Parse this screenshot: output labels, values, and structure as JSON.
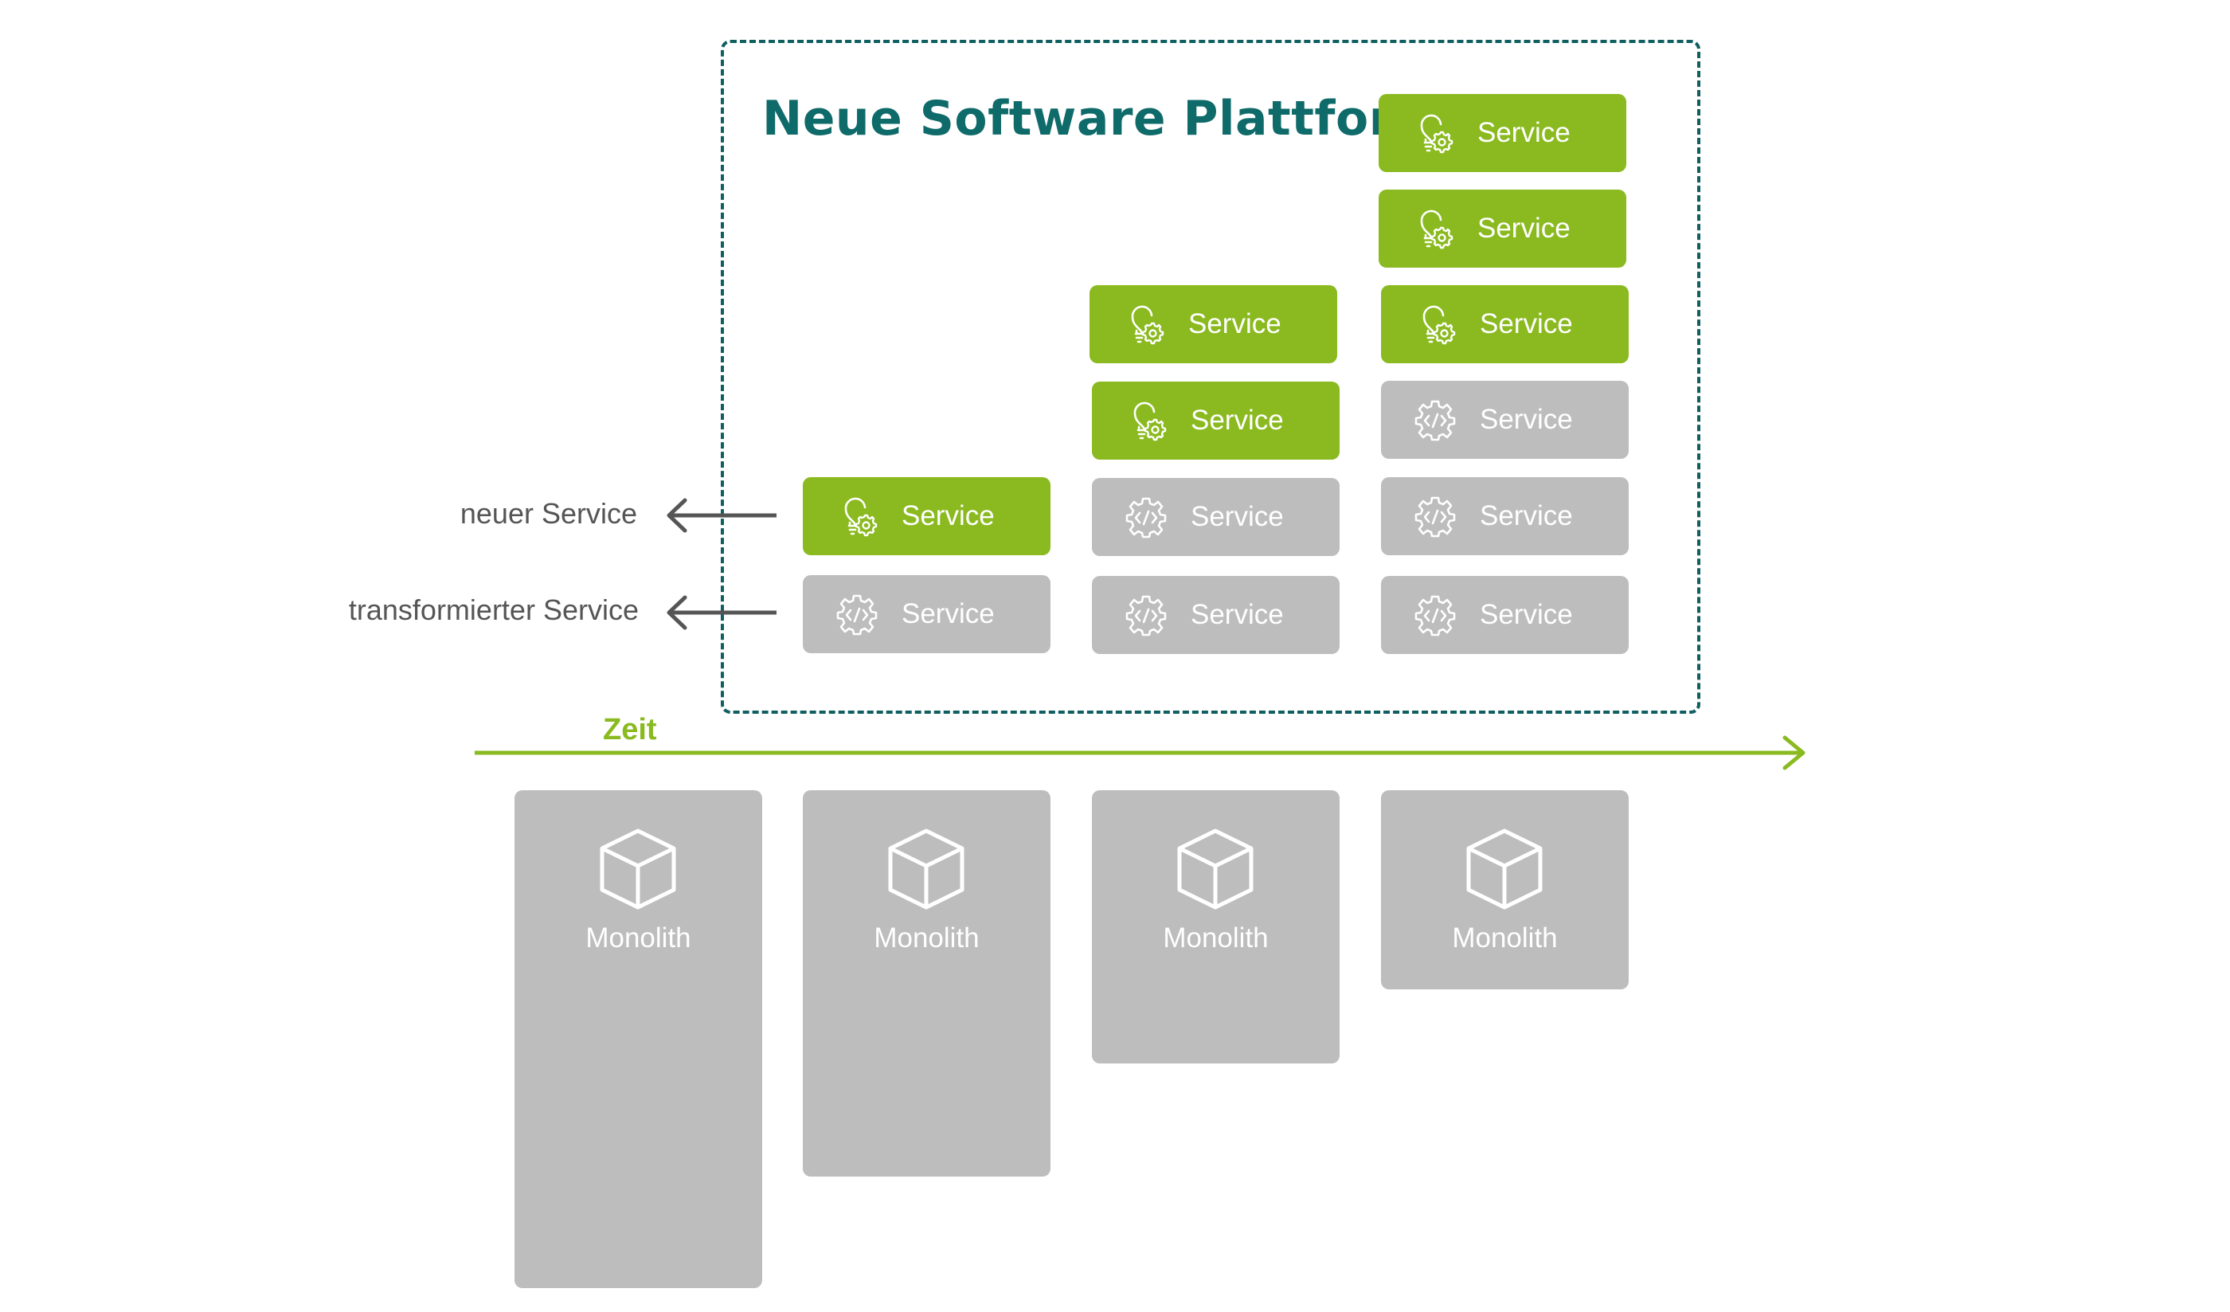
{
  "platform": {
    "title": "Neue Software Plattform"
  },
  "legend": {
    "new_service": "neuer Service",
    "transformed_service": "transformierter Service"
  },
  "timeline": {
    "label": "Zeit"
  },
  "colors": {
    "new_service": "#8aba1f",
    "transformed_service": "#bdbdbd",
    "platform_border": "#0f5e60",
    "title": "#0f6a6a",
    "arrow": "#555555"
  },
  "icons": {
    "new_service": "lightbulb-gear-icon",
    "transformed_service": "gear-code-icon",
    "monolith": "cube-icon",
    "legend_arrow": "arrow-left-icon",
    "timeline_arrow": "arrow-right-icon"
  },
  "columns": [
    {
      "services": [
        {
          "type": "trans",
          "label": "Service"
        },
        {
          "type": "new",
          "label": "Service"
        }
      ],
      "monolith": {
        "label": "Monolith"
      }
    },
    {
      "services": [
        {
          "type": "trans",
          "label": "Service"
        },
        {
          "type": "trans",
          "label": "Service"
        },
        {
          "type": "new",
          "label": "Service"
        },
        {
          "type": "new",
          "label": "Service"
        }
      ],
      "monolith": {
        "label": "Monolith"
      }
    },
    {
      "services": [
        {
          "type": "trans",
          "label": "Service"
        },
        {
          "type": "trans",
          "label": "Service"
        },
        {
          "type": "trans",
          "label": "Service"
        },
        {
          "type": "new",
          "label": "Service"
        },
        {
          "type": "new",
          "label": "Service"
        },
        {
          "type": "new",
          "label": "Service"
        }
      ],
      "monolith": {
        "label": "Monolith"
      }
    }
  ],
  "first_column": {
    "monolith": {
      "label": "Monolith"
    }
  }
}
